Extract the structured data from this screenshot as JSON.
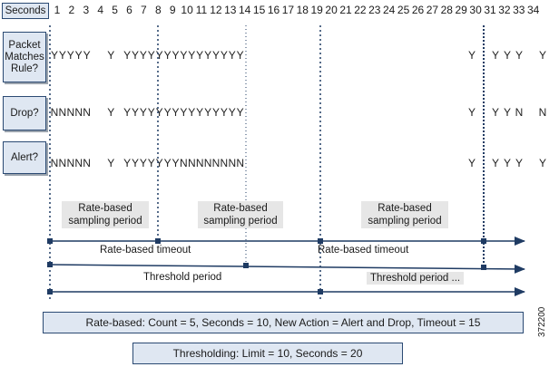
{
  "header": {
    "seconds_label": "Seconds",
    "numbers": [
      "1",
      "2",
      "3",
      "4",
      "5",
      "6",
      "7",
      "8",
      "9",
      "10",
      "11",
      "12",
      "13",
      "14",
      "15",
      "16",
      "17",
      "18",
      "19",
      "20",
      "21",
      "22",
      "23",
      "24",
      "25",
      "26",
      "27",
      "28",
      "29",
      "30",
      "31",
      "32",
      "33",
      "34"
    ]
  },
  "rows": [
    {
      "label": "Packet Matches Rule?",
      "values": [
        "Y",
        "Y",
        "Y",
        "Y",
        "Y",
        "",
        "",
        "Y",
        "",
        "Y",
        "Y",
        "Y",
        "Y",
        "Y",
        "Y",
        "Y",
        "Y",
        "Y",
        "Y",
        "Y",
        "Y",
        "Y",
        "Y",
        "Y",
        "",
        "",
        "",
        "",
        "",
        "Y",
        "",
        "Y",
        "Y",
        "Y",
        "",
        "Y"
      ]
    },
    {
      "label": "Drop?",
      "values": [
        "N",
        "N",
        "N",
        "N",
        "N",
        "",
        "",
        "Y",
        "",
        "Y",
        "Y",
        "Y",
        "Y",
        "Y",
        "Y",
        "Y",
        "Y",
        "Y",
        "Y",
        "Y",
        "Y",
        "Y",
        "Y",
        "Y",
        "",
        "",
        "",
        "",
        "",
        "Y",
        "",
        "Y",
        "Y",
        "N",
        "",
        "N"
      ]
    },
    {
      "label": "Alert?",
      "values": [
        "N",
        "N",
        "N",
        "N",
        "N",
        "",
        "",
        "Y",
        "",
        "Y",
        "Y",
        "Y",
        "Y",
        "Y",
        "Y",
        "Y",
        "N",
        "N",
        "N",
        "N",
        "N",
        "N",
        "N",
        "N",
        "",
        "",
        "",
        "",
        "",
        "Y",
        "",
        "Y",
        "Y",
        "Y",
        "",
        "Y"
      ]
    }
  ],
  "labels": {
    "sampling_1": "Rate-based sampling period",
    "sampling_2": "Rate-based sampling period",
    "sampling_3": "Rate-based sampling period",
    "timeout_1": "Rate-based timeout",
    "timeout_2": "Rate-based timeout",
    "threshold_1": "Threshold period",
    "threshold_2": "Threshold period ..."
  },
  "boxes": {
    "rate_based": "Rate-based:  Count = 5, Seconds = 10, New Action = Alert and Drop, Timeout = 15",
    "thresholding": "Thresholding: Limit = 10, Seconds = 20"
  },
  "figure_id": "372200",
  "colors": {
    "box_fill": "#dfe7f2",
    "box_border": "#2b4a73",
    "line": "#1f3b63"
  }
}
